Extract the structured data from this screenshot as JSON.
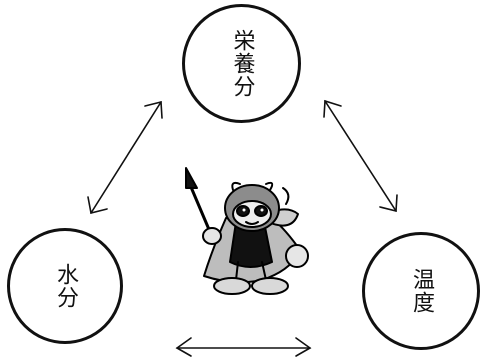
{
  "nodes": {
    "top": {
      "label": "栄養分"
    },
    "left": {
      "label": "水分"
    },
    "right": {
      "label": "温度"
    }
  },
  "connectors": [
    {
      "from": "left",
      "to": "top",
      "style": "double-headed arrow"
    },
    {
      "from": "top",
      "to": "right",
      "style": "double-headed arrow"
    },
    {
      "from": "left",
      "to": "right",
      "style": "double-headed arrow"
    }
  ],
  "center_figure": {
    "icon": "devil-mascot-with-trident"
  }
}
